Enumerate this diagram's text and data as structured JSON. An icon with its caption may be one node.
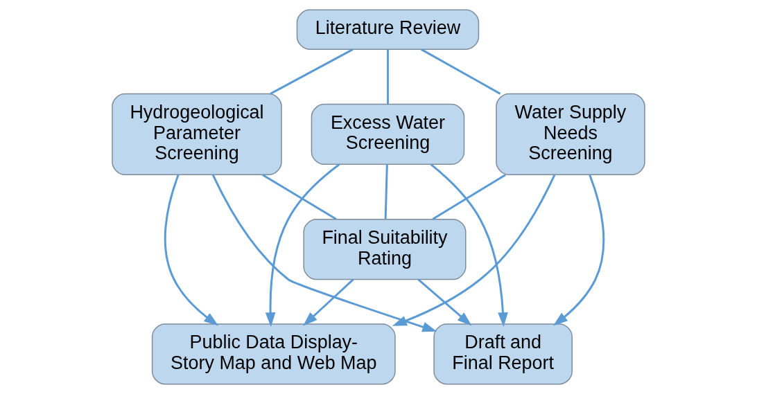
{
  "diagram": {
    "nodes": [
      {
        "text": [
          "Literature Review"
        ]
      },
      {
        "text": [
          "Hydrogeological Parameter Screening"
        ]
      },
      {
        "text": [
          "Excess Water Screening"
        ]
      },
      {
        "text": [
          "Water Supply Needs Screening"
        ]
      },
      {
        "text": [
          "Final Suitability Rating"
        ]
      },
      {
        "text": [
          "Public Data Display- Story Map and Web Map"
        ]
      },
      {
        "text": [
          "Draft and Final Report"
        ]
      }
    ],
    "edges": [
      {
        "from": 0,
        "to": 1,
        "arrow": "none"
      },
      {
        "from": 0,
        "to": 2,
        "arrow": "none"
      },
      {
        "from": 0,
        "to": 3,
        "arrow": "none"
      },
      {
        "from": 1,
        "to": 4,
        "arrow": "none"
      },
      {
        "from": 2,
        "to": 4,
        "arrow": "none"
      },
      {
        "from": 3,
        "to": 4,
        "arrow": "none"
      },
      {
        "from": 1,
        "to": 5,
        "arrow": "to"
      },
      {
        "from": 1,
        "to": 6,
        "arrow": "to"
      },
      {
        "from": 2,
        "to": 5,
        "arrow": "to"
      },
      {
        "from": 2,
        "to": 6,
        "arrow": "to"
      },
      {
        "from": 3,
        "to": 5,
        "arrow": "to"
      },
      {
        "from": 3,
        "to": 6,
        "arrow": "to"
      },
      {
        "from": 4,
        "to": 5,
        "arrow": "to"
      },
      {
        "from": 4,
        "to": 6,
        "arrow": "to"
      }
    ]
  }
}
